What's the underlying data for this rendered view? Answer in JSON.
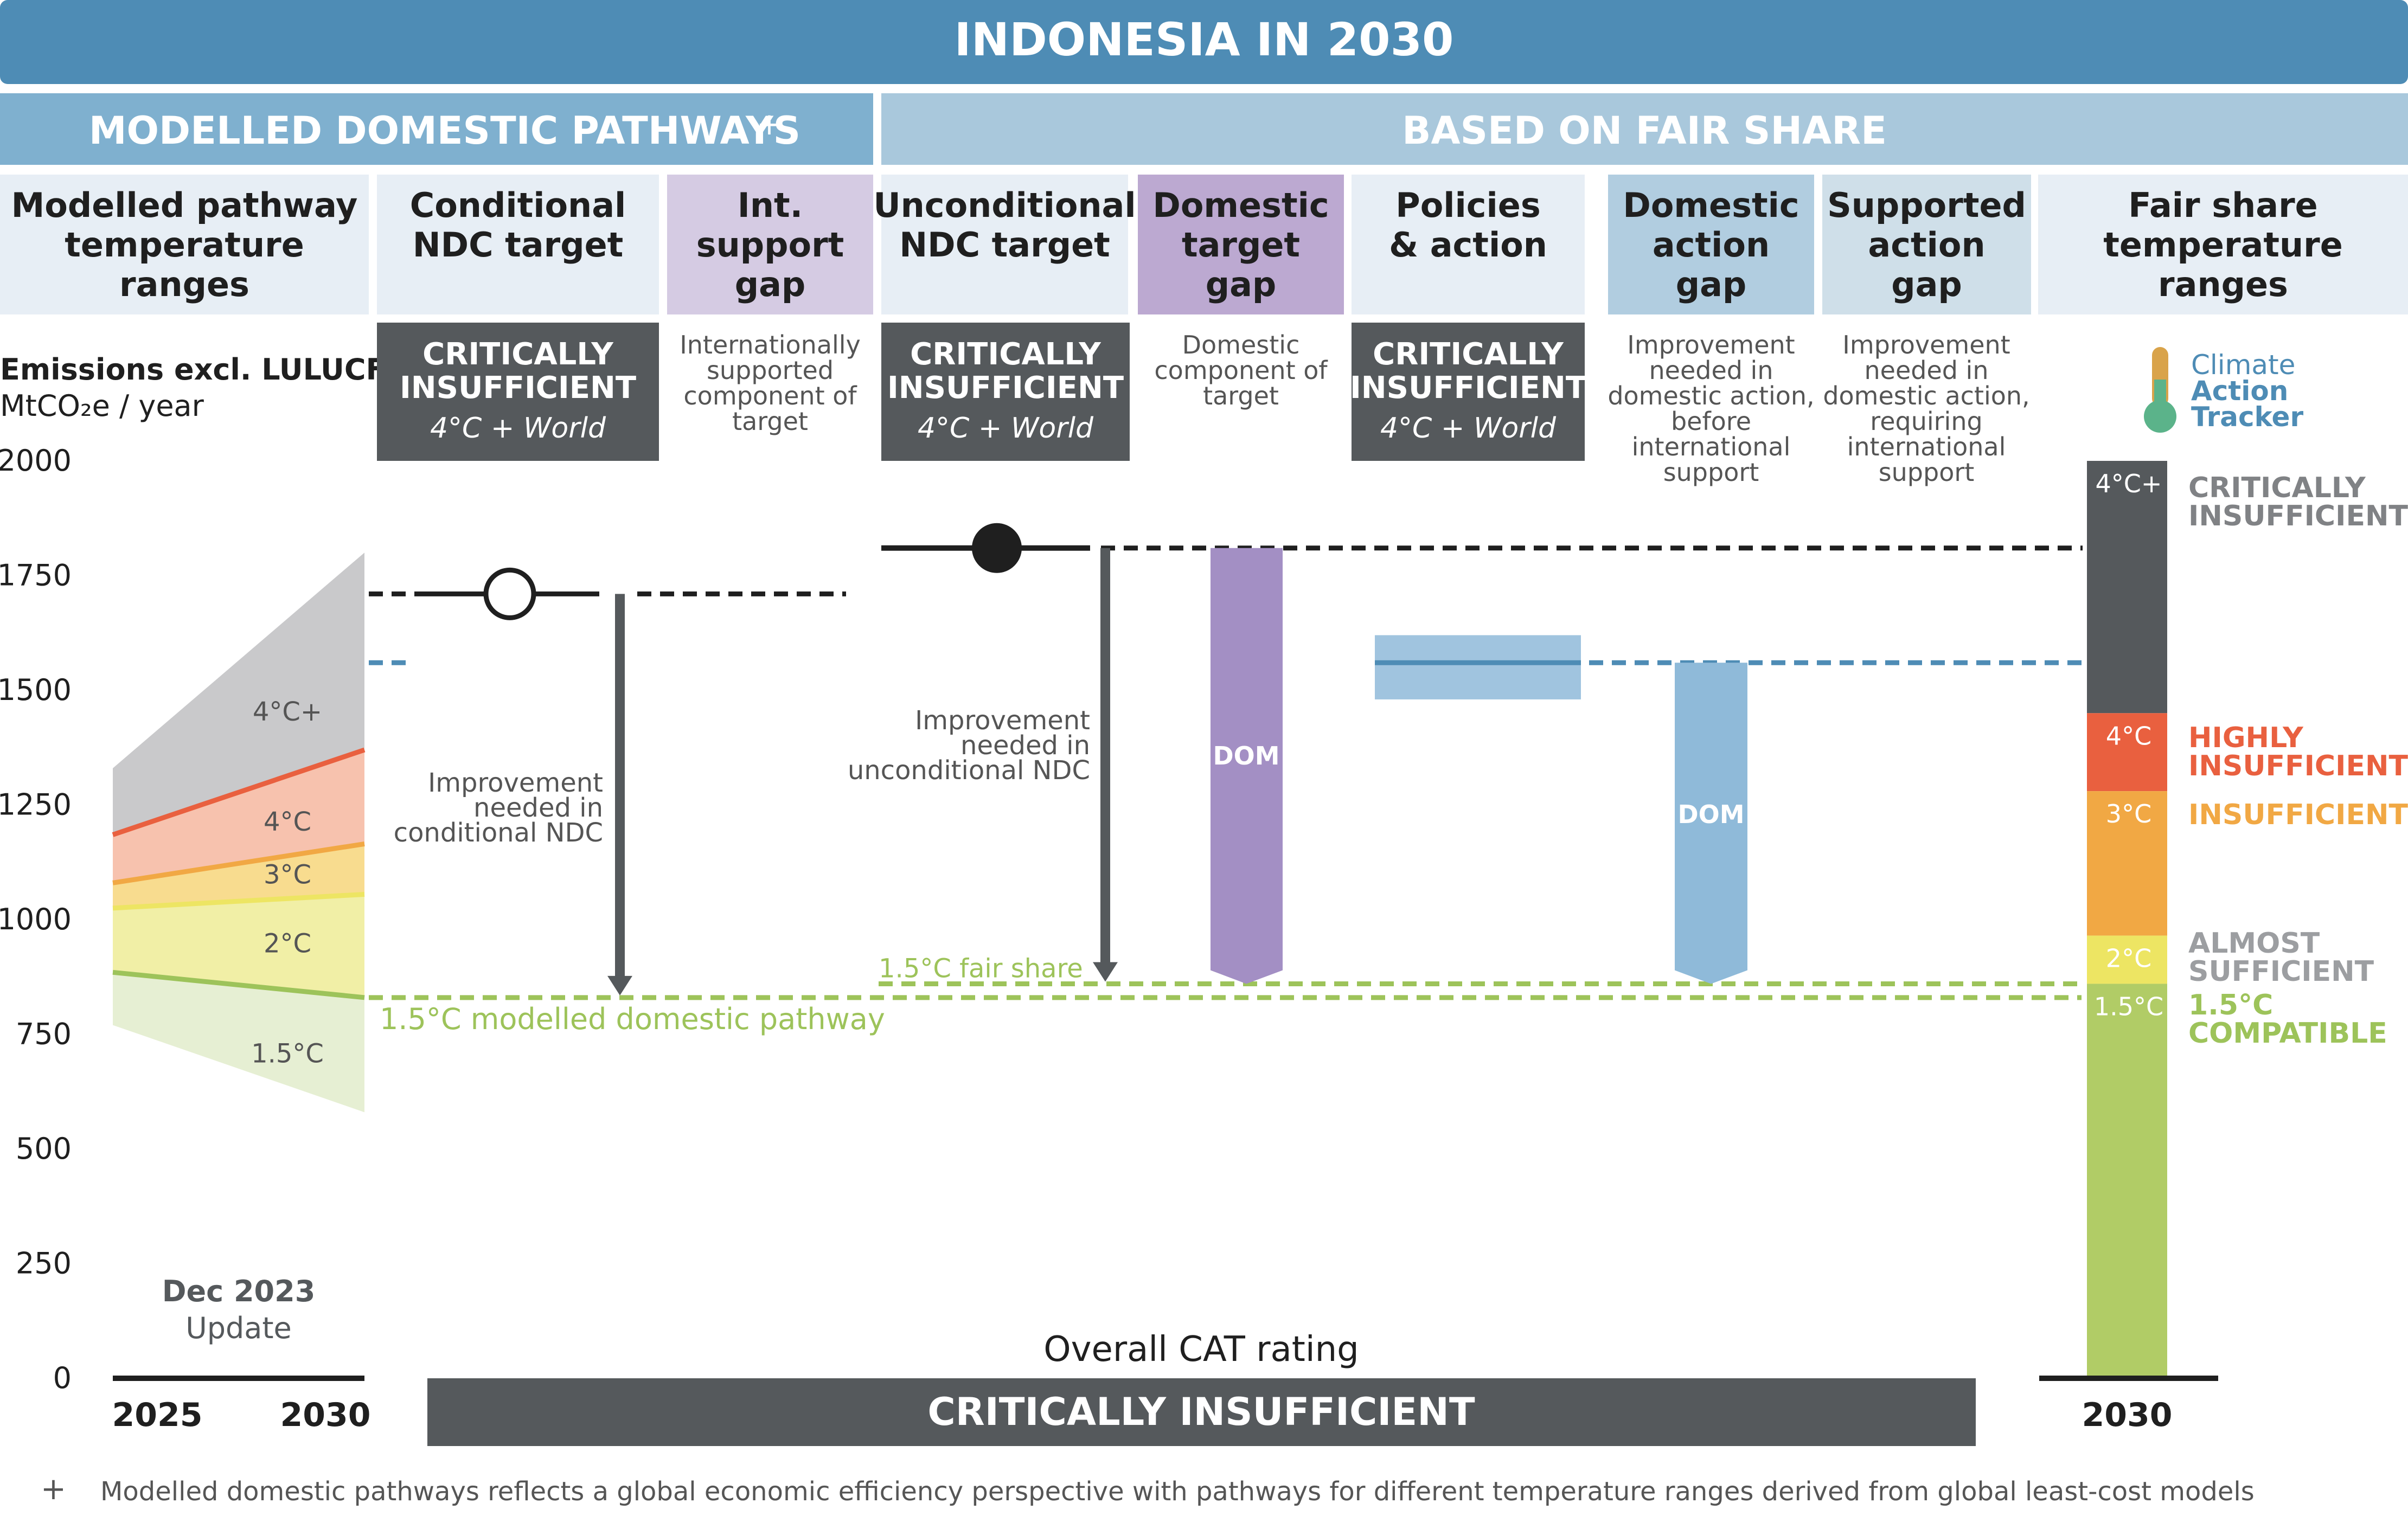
{
  "title": "INDONESIA IN 2030",
  "headers": {
    "modelled_section": "MODELLED DOMESTIC PATHWAYS",
    "modelled_marker": "+",
    "fair_share_section": "BASED ON FAIR SHARE"
  },
  "columns": [
    {
      "id": "modelled_ranges",
      "lines": [
        "Modelled pathway",
        "temperature",
        "ranges"
      ]
    },
    {
      "id": "conditional_ndc",
      "lines": [
        "Conditional",
        "NDC target"
      ]
    },
    {
      "id": "int_support_gap",
      "lines": [
        "Int.",
        "support",
        "gap"
      ]
    },
    {
      "id": "unconditional_ndc",
      "lines": [
        "Unconditional",
        "NDC target"
      ]
    },
    {
      "id": "domestic_target_gap",
      "lines": [
        "Domestic",
        "target",
        "gap"
      ]
    },
    {
      "id": "policies_action",
      "lines": [
        "Policies",
        "& action"
      ]
    },
    {
      "id": "domestic_action_gap",
      "lines": [
        "Domestic",
        "action",
        "gap"
      ]
    },
    {
      "id": "supported_action_gap",
      "lines": [
        "Supported",
        "action",
        "gap"
      ]
    },
    {
      "id": "fair_share_ranges",
      "lines": [
        "Fair share",
        "temperature",
        "ranges"
      ]
    }
  ],
  "ratings": {
    "conditional_ndc": {
      "lines": [
        "CRITICALLY",
        "INSUFFICIENT"
      ],
      "sub": "4°C + World"
    },
    "unconditional_ndc": {
      "lines": [
        "CRITICALLY",
        "INSUFFICIENT"
      ],
      "sub": "4°C + World"
    },
    "policies_action": {
      "lines": [
        "CRITICALLY",
        "INSUFFICIENT"
      ],
      "sub": "4°C + World"
    }
  },
  "descriptions": {
    "int_support_gap": [
      "Internationally",
      "supported",
      "component of",
      "target"
    ],
    "domestic_target_gap": [
      "Domestic",
      "component of",
      "target"
    ],
    "domestic_action_gap": [
      "Improvement",
      "needed in",
      "domestic action,",
      "before",
      "international",
      "support"
    ],
    "supported_action_gap": [
      "Improvement",
      "needed in",
      "domestic action,",
      "requiring",
      "international",
      "support"
    ]
  },
  "logo": {
    "line1": "Climate",
    "line2": "Action",
    "line3": "Tracker"
  },
  "y_axis": {
    "label_bold": "Emissions excl. LULUCF",
    "unit": "MtCO₂e / year",
    "ticks": [
      "2000",
      "1750",
      "1500",
      "1250",
      "1000",
      "750",
      "500",
      "250",
      "0"
    ]
  },
  "x_axis": {
    "left_start": "2025",
    "left_end": "2030",
    "right": "2030"
  },
  "update": {
    "line1": "Dec 2023",
    "line2": "Update"
  },
  "annotations": {
    "improve_conditional": [
      "Improvement",
      "needed in",
      "conditional NDC"
    ],
    "improve_unconditional": [
      "Improvement",
      "needed in",
      "unconditional NDC"
    ],
    "fair_share_line": "1.5°C fair share",
    "modelled_line": "1.5°C modelled domestic pathway",
    "dom": "DOM"
  },
  "overall": {
    "label": "Overall CAT rating",
    "value": "CRITICALLY INSUFFICIENT"
  },
  "footnote": {
    "marker": "+",
    "text": "Modelled domestic pathways reflects a global economic efficiency perspective with pathways for different temperature ranges derived from global least-cost models"
  },
  "scale_labels": [
    {
      "temp": "4°C+",
      "lines": [
        "CRITICALLY",
        "INSUFFICIENT"
      ],
      "color": "#808285"
    },
    {
      "temp": "4°C",
      "lines": [
        "HIGHLY",
        "INSUFFICIENT"
      ],
      "color": "#e9603f"
    },
    {
      "temp": "3°C",
      "lines": [
        "INSUFFICIENT"
      ],
      "color": "#f1a844"
    },
    {
      "temp": "2°C",
      "lines": [
        "ALMOST",
        "SUFFICIENT"
      ],
      "color": "#9c9ea1"
    },
    {
      "temp": "1.5°C",
      "lines": [
        "1.5°C",
        "COMPATIBLE"
      ],
      "color": "#9dc35a"
    }
  ],
  "modelled_band_labels": [
    "4°C+",
    "4°C",
    "3°C",
    "2°C",
    "1.5°C"
  ],
  "colors": {
    "title_bg": "#4e8cb5",
    "modelled_header_bg": "#7fb0cf",
    "fair_header_bg": "#a9c8dc",
    "col_header_bg": "#e7eef5",
    "purple_header_bg": "#d5cbe3",
    "domestic_header_bg": "#bca9d1",
    "dom_action_header_bg": "#b1cde0",
    "sup_action_header_bg": "#cfdfe9",
    "rating_box": "#55595c",
    "critically": "#55595c",
    "highly": "#e9603f",
    "insufficient": "#f1a844",
    "almost": "#ede563",
    "compatible": "#b1cc66",
    "dom_purple": "#a38fc4",
    "dom_blue": "#8fbad9",
    "fair_share_green": "#9dc35a",
    "policy_blue": "#4e8cb5"
  },
  "chart_data": {
    "type": "bar",
    "title": "INDONESIA IN 2030",
    "ylabel": "Emissions excl. LULUCF MtCO₂e / year",
    "ylim": [
      0,
      2000
    ],
    "categories": [
      "Conditional NDC target",
      "Unconditional NDC target",
      "Policies & action"
    ],
    "values": [
      1710,
      1810,
      1560
    ],
    "policies_range": [
      1480,
      1620
    ],
    "modelled_pathways": {
      "x": [
        2025,
        2030
      ],
      "boundaries": {
        "top": [
          1330,
          1800
        ],
        "4C_3C": [
          1185,
          1370
        ],
        "3C_2C": [
          1080,
          1165
        ],
        "2C_1.5C": [
          1025,
          1055
        ],
        "1.5C_mid": [
          885,
          830
        ],
        "bottom": [
          770,
          580
        ]
      }
    },
    "modelled_1_5C_2030": 830,
    "fair_share_1_5C_2030": 860,
    "fair_share_thresholds": {
      "4C+": [
        1450,
        2000
      ],
      "4C": [
        1280,
        1450
      ],
      "3C": [
        965,
        1280
      ],
      "2C": [
        860,
        965
      ],
      "1.5C": [
        0,
        860
      ]
    },
    "domestic_target_gap": [
      860,
      1810
    ],
    "domestic_action_gap": [
      860,
      1560
    ]
  }
}
